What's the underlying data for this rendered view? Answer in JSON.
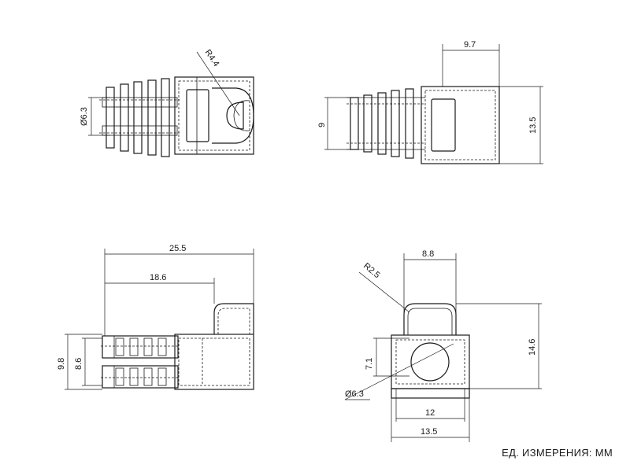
{
  "views": {
    "top_left": {
      "dia": "Ø6.3",
      "radius": "R4.4"
    },
    "top_right": {
      "width": "9.7",
      "inner_height": "9",
      "outer_height": "13.5"
    },
    "bottom_left": {
      "total_length": "25.5",
      "body_length": "18.6",
      "outer_height": "9.8",
      "inner_height": "8.6"
    },
    "bottom_right": {
      "radius": "R2.5",
      "top_width": "8.8",
      "height": "7.1",
      "total_height": "14.6",
      "dia": "Ø6.3",
      "inner_width": "12",
      "outer_width": "13.5"
    }
  },
  "units_note": "ЕД. ИЗМЕРЕНИЯ: ММ",
  "colors": {
    "line": "#1a1a1a",
    "background": "#ffffff"
  }
}
